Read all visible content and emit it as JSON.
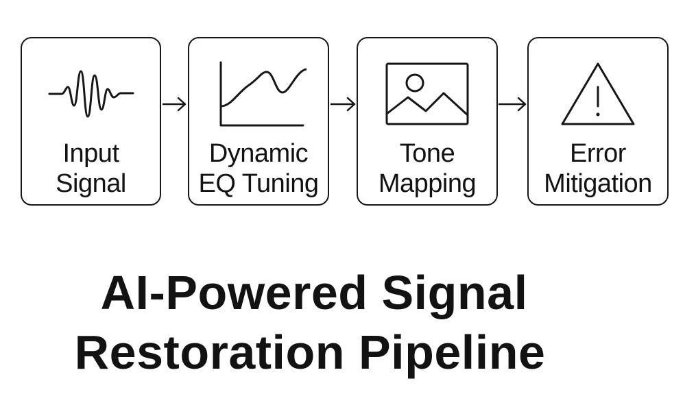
{
  "diagram": {
    "steps": [
      {
        "id": "input-signal",
        "label_line1": "Input",
        "label_line2": "Signal",
        "icon": "waveform-icon"
      },
      {
        "id": "dynamic-eq",
        "label_line1": "Dynamic",
        "label_line2": "EQ Tuning",
        "icon": "line-chart-icon"
      },
      {
        "id": "tone-mapping",
        "label_line1": "Tone",
        "label_line2": "Mapping",
        "icon": "image-icon"
      },
      {
        "id": "error-mitigation",
        "label_line1": "Error",
        "label_line2": "Mitigation",
        "icon": "warning-icon"
      }
    ],
    "title_line1": "AI-Powered Signal",
    "title_line2": "Restoration Pipeline",
    "colors": {
      "stroke": "#161616",
      "background": "#ffffff"
    }
  }
}
